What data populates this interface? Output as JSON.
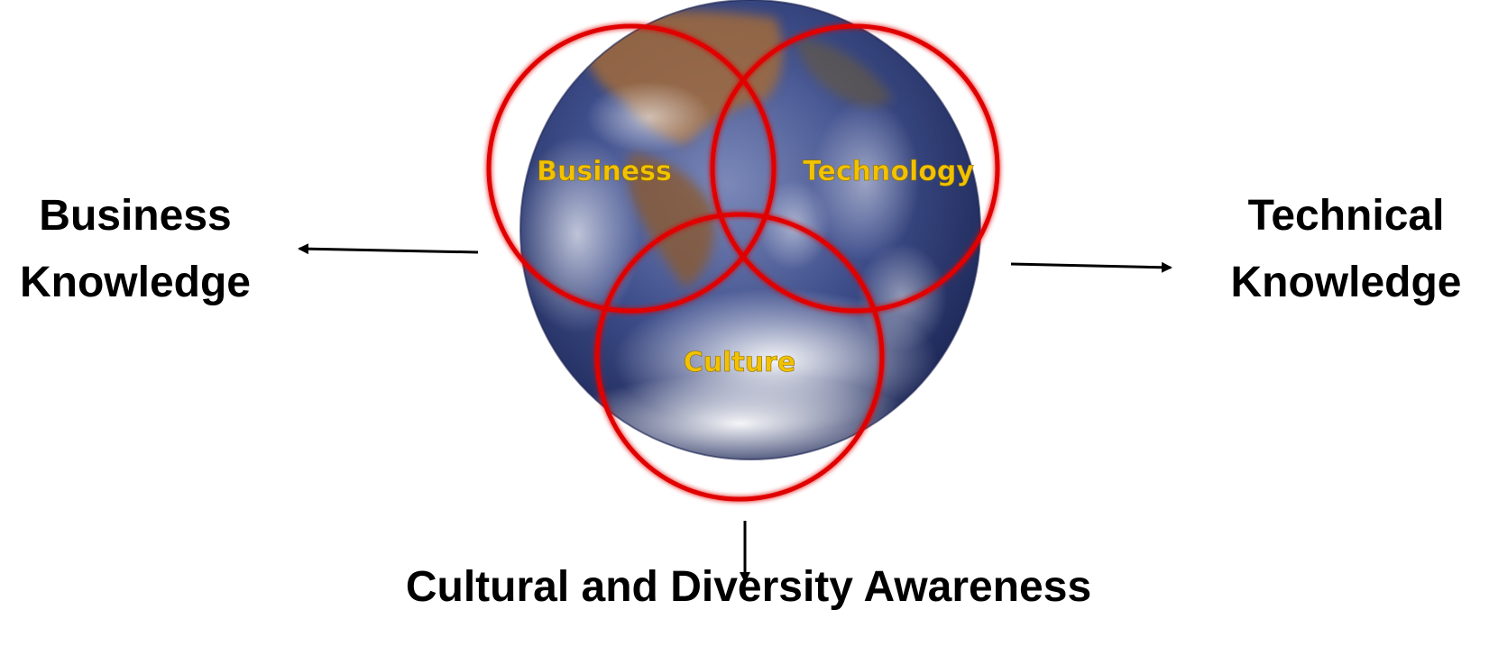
{
  "diagram": {
    "venn_labels": {
      "business": "Business",
      "technology": "Technology",
      "culture": "Culture"
    },
    "left": {
      "line1": "Business",
      "line2": "Knowledge"
    },
    "right": {
      "line1": "Technical",
      "line2": "Knowledge"
    },
    "bottom": "Cultural and Diversity Awareness",
    "colors": {
      "circle_stroke": "#e00000",
      "venn_text": "#f2c200",
      "arrow": "#000000",
      "ocean": "#3a4a86",
      "cloud": "#e8ecf2",
      "land": "#9a6a3a"
    }
  }
}
